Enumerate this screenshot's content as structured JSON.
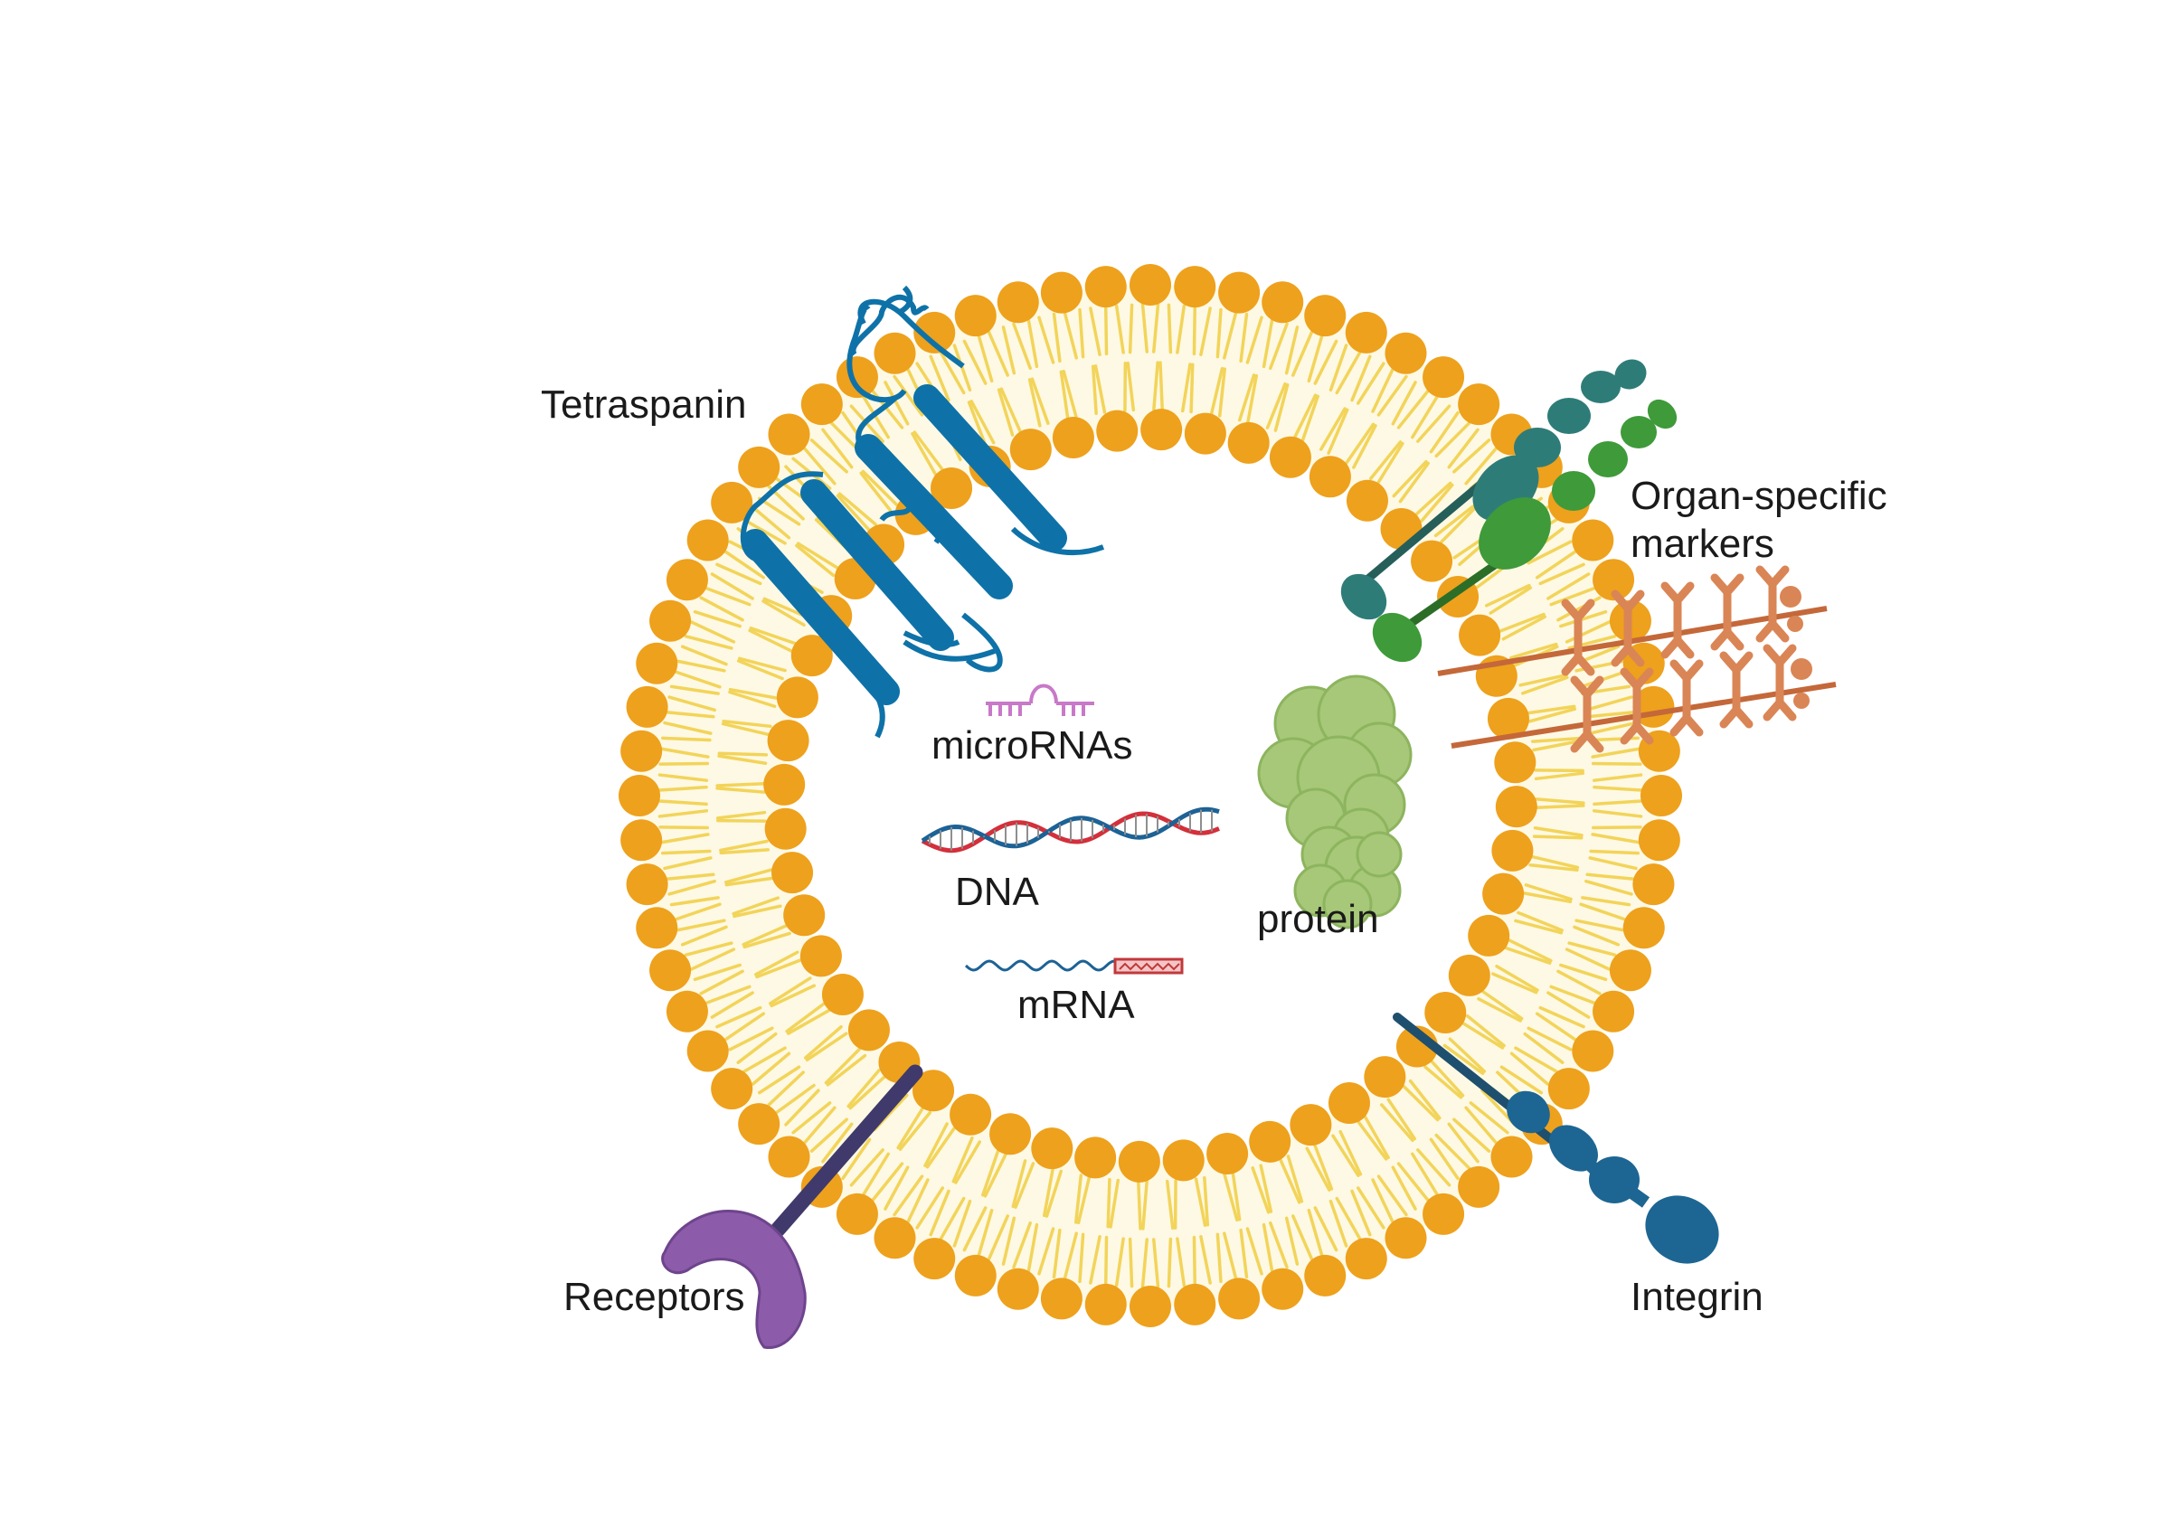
{
  "labels": {
    "tetraspanin": "Tetraspanin",
    "organ_line1": "Organ-specific",
    "organ_line2": "markers",
    "micrornas": "microRNAs",
    "dna": "DNA",
    "protein": "protein",
    "mrna": "mRNA",
    "receptors": "Receptors",
    "integrin": "Integrin"
  },
  "colors": {
    "lipid_head": "#EEA11C",
    "lipid_tail": "#F2D45A",
    "membrane_fill": "#FEF9E4",
    "tetraspanin": "#0E72A8",
    "marker_teal": "#2E7C78",
    "marker_green": "#3F9A3A",
    "glycan": "#DA8555",
    "protein": "#A6C878",
    "mirna": "#C879C8",
    "dna_red": "#D3303B",
    "dna_blue": "#1C6296",
    "receptor_stalk": "#3F3A6B",
    "receptor_head": "#8C5BAA",
    "integrin": "#1D6693"
  }
}
